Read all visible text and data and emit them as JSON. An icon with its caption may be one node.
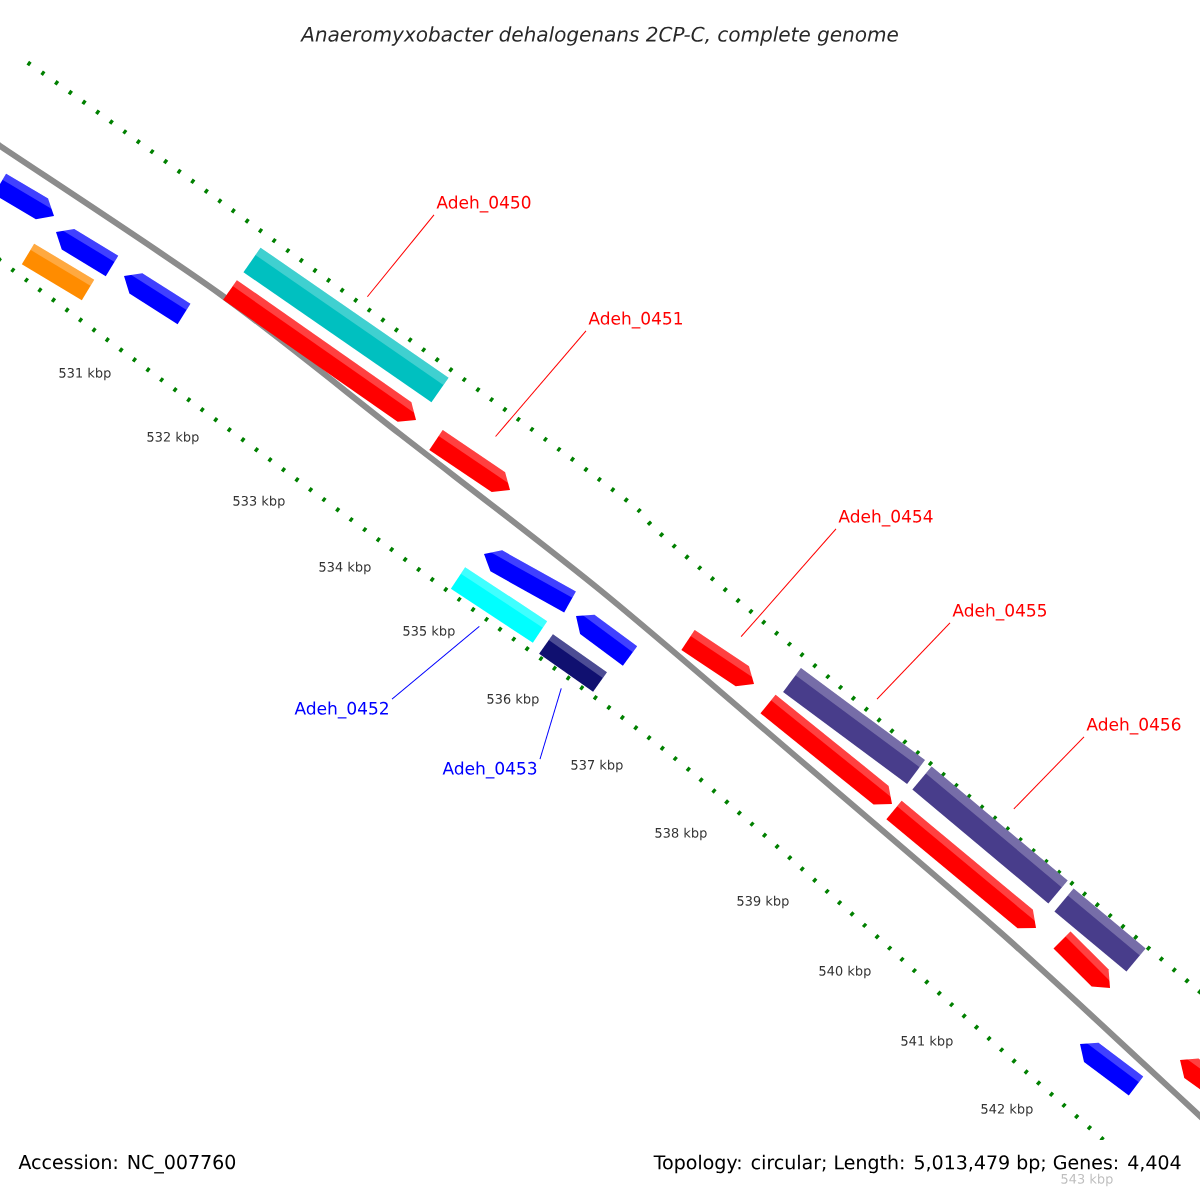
{
  "diagram": {
    "title": "Anaeromyxobacter dehalogenans 2CP-C, complete genome",
    "nodes": [
      {
        "text": [
          "Adeh_0450"
        ]
      },
      {
        "text": [
          "Adeh_0451"
        ]
      },
      {
        "text": [
          "Adeh_0452"
        ]
      },
      {
        "text": [
          "Adeh_0453"
        ]
      },
      {
        "text": [
          "Adeh_0454"
        ]
      },
      {
        "text": [
          "Adeh_0455"
        ]
      },
      {
        "text": [
          "Adeh_0456"
        ]
      },
      {
        "text": [],
        "shape": "bar"
      },
      {
        "text": [],
        "shape": "bar"
      },
      {
        "text": [],
        "shape": "bar"
      },
      {
        "text": [],
        "shape": "bar"
      },
      {
        "text": [],
        "shape": "bar"
      },
      {
        "text": [],
        "shape": "bar"
      },
      {
        "text": [],
        "shape": "bar"
      }
    ],
    "edges": [
      {
        "from": 0,
        "to": 7,
        "arrow": "none"
      },
      {
        "from": 1,
        "to": 8,
        "arrow": "none"
      },
      {
        "from": 2,
        "to": 9,
        "arrow": "none",
        "color": "#0000ff"
      },
      {
        "from": 3,
        "to": 10,
        "arrow": "none",
        "color": "#0000ff"
      },
      {
        "from": 4,
        "to": 11,
        "arrow": "none"
      },
      {
        "from": 5,
        "to": 12,
        "arrow": "none"
      },
      {
        "from": 6,
        "to": 13,
        "arrow": "none"
      }
    ],
    "labels": [
      "531 kbp",
      "532 kbp",
      "533 kbp",
      "534 kbp",
      "535 kbp",
      "536 kbp",
      "537 kbp",
      "538 kbp",
      "539 kbp",
      "540 kbp",
      "541 kbp",
      "542 kbp",
      "543 kbp",
      "Accession: NC_007760",
      "Topology: circular; Length: 5,013,479 bp; Genes: 4,404"
    ]
  }
}
